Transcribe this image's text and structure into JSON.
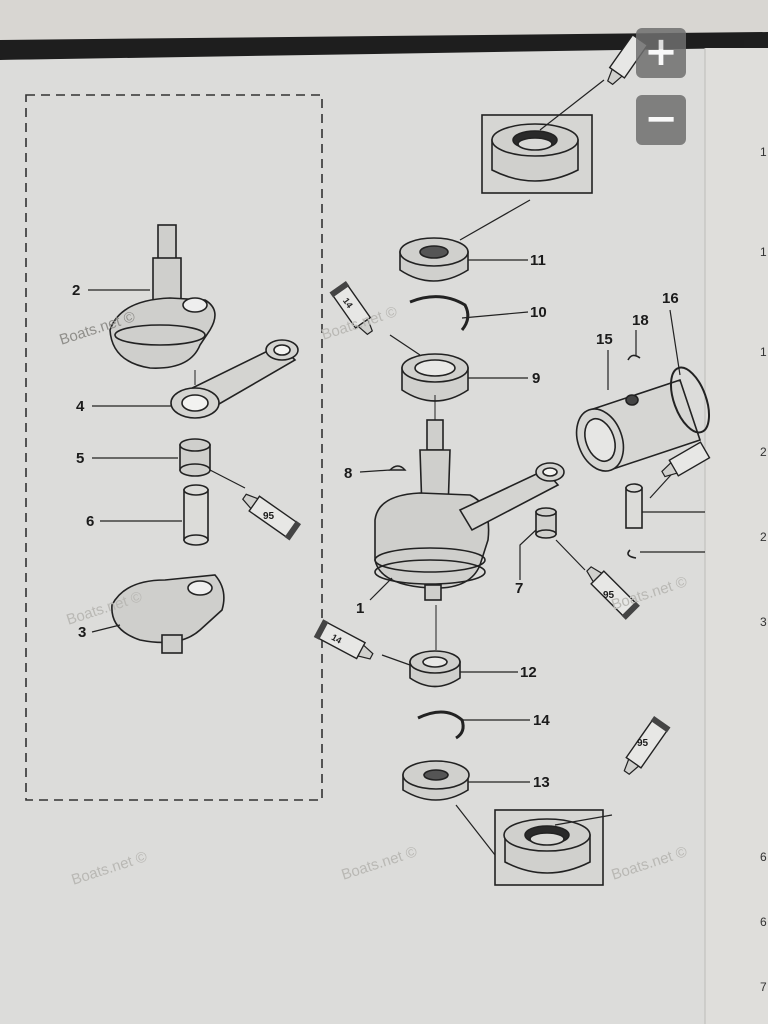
{
  "zoom": {
    "in_label": "+",
    "out_label": "−"
  },
  "watermark_text": "Boats.net ©",
  "callouts": {
    "c1": "1",
    "c2": "2",
    "c3": "3",
    "c4": "4",
    "c5": "5",
    "c6": "6",
    "c7": "7",
    "c8": "8",
    "c9": "9",
    "c10": "10",
    "c11": "11",
    "c12": "12",
    "c13": "13",
    "c14": "14",
    "c15": "15",
    "c16": "16",
    "c18": "18"
  },
  "lube_tubes": {
    "t14a": "14",
    "t14b": "14",
    "t95a": "95",
    "t95b": "95",
    "t95c": "95"
  },
  "side_digits": [
    "1",
    "1",
    "1",
    "2",
    "2",
    "3",
    "6",
    "6",
    "7"
  ]
}
